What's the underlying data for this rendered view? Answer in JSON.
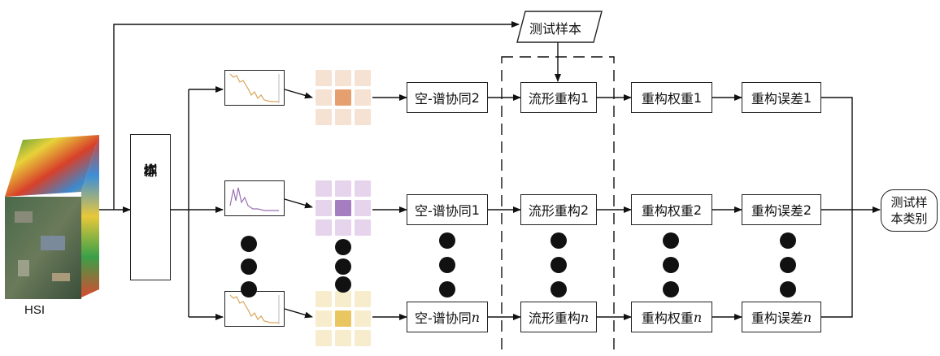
{
  "test_sample": "测试样本",
  "hsi_label": "HSI",
  "train_samples": [
    "训",
    "练",
    "样",
    "本"
  ],
  "output_lines": [
    "测试样",
    "本类别"
  ],
  "rows": [
    {
      "coop_prefix": "空-谱协同",
      "coop_idx": "2",
      "manifold_prefix": "流形重构",
      "manifold_idx": "1",
      "weight_prefix": "重构权重",
      "weight_idx": "1",
      "error_prefix": "重构误差",
      "error_idx": "1",
      "spectrum_color": "#d9a55a",
      "patch_light": "#f6e2d2",
      "patch_center": "#e6a070"
    },
    {
      "coop_prefix": "空-谱协同",
      "coop_idx": "1",
      "manifold_prefix": "流形重构",
      "manifold_idx": "2",
      "weight_prefix": "重构权重",
      "weight_idx": "2",
      "error_prefix": "重构误差",
      "error_idx": "2",
      "spectrum_color": "#9a72b2",
      "patch_light": "#e6d4ec",
      "patch_center": "#a47ec0"
    },
    {
      "coop_prefix": "空-谱协同",
      "coop_idx": "n",
      "manifold_prefix": "流形重构",
      "manifold_idx": "n",
      "weight_prefix": "重构权重",
      "weight_idx": "n",
      "error_prefix": "重构误差",
      "error_idx": "n",
      "spectrum_color": "#d9a55a",
      "patch_light": "#f7eccb",
      "patch_center": "#eac660"
    }
  ]
}
